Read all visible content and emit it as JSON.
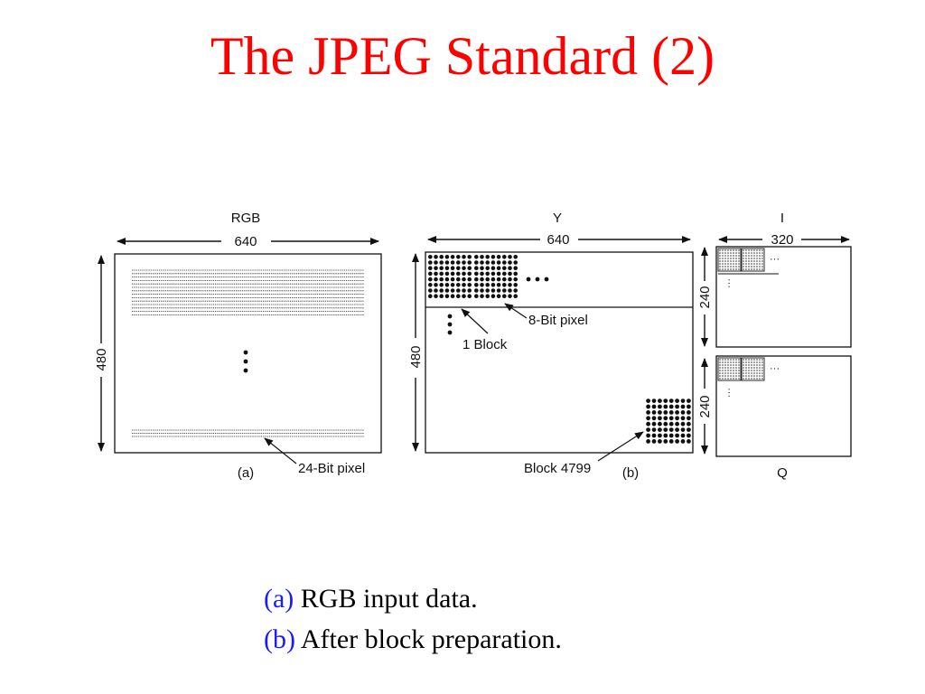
{
  "title": "The JPEG Standard (2)",
  "figure": {
    "panel_a": {
      "top_label": "RGB",
      "width_label": "640",
      "height_label": "480",
      "callout": "24-Bit pixel",
      "panel_label": "(a)"
    },
    "panel_b": {
      "top_label": "Y",
      "width_label": "640",
      "height_label": "480",
      "callout_pixel": "8-Bit pixel",
      "callout_block": "1 Block",
      "callout_last_block": "Block 4799",
      "panel_label": "(b)"
    },
    "panel_i": {
      "top_label": "I",
      "width_label": "320",
      "height_label": "240"
    },
    "panel_q": {
      "height_label": "240",
      "bottom_label": "Q"
    }
  },
  "caption": [
    {
      "marker": "(a)",
      "text": " RGB input data."
    },
    {
      "marker": "(b)",
      "text": " After block preparation."
    }
  ],
  "colors": {
    "title": "#ff0000",
    "caption_marker": "#1a1aff",
    "ink": "#111111"
  }
}
